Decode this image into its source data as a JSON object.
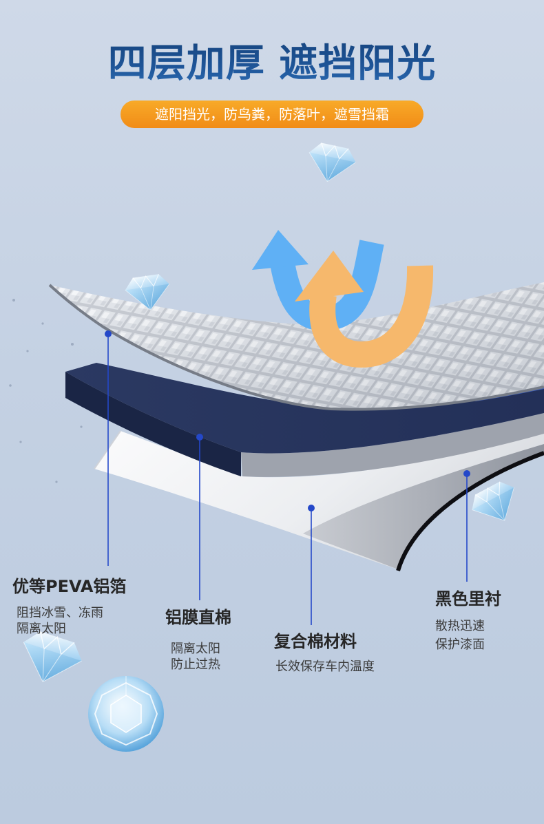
{
  "title": "四层加厚 遮挡阳光",
  "tagline": "遮阳挡光，防鸟粪，防落叶，遮雪挡霜",
  "colors": {
    "title": "#1e5598",
    "tagline_bg": "#f39a1e",
    "callout_line": "#2448c9",
    "foil": "#d8dce3",
    "navy_layer": "#2d3b63",
    "white_layer": "#f2f3f5",
    "black_lining": "#0e0e12",
    "arrow_blue": "#5fb0f5",
    "arrow_orange": "#f6b86c"
  },
  "icons": {
    "diamond": "diamond-icon",
    "reflect_arrow": "reflect-arrow-icon"
  },
  "layers": [
    {
      "name": "优等PEVA铝箔",
      "desc": [
        "阻挡冰雪、冻雨",
        "隔离太阳"
      ]
    },
    {
      "name": "铝膜直棉",
      "desc": [
        "隔离太阳",
        "防止过热"
      ]
    },
    {
      "name": "复合棉材料",
      "desc": [
        "长效保存车内温度"
      ]
    },
    {
      "name": "黑色里衬",
      "desc": [
        "散热迅速",
        "保护漆面"
      ]
    }
  ]
}
